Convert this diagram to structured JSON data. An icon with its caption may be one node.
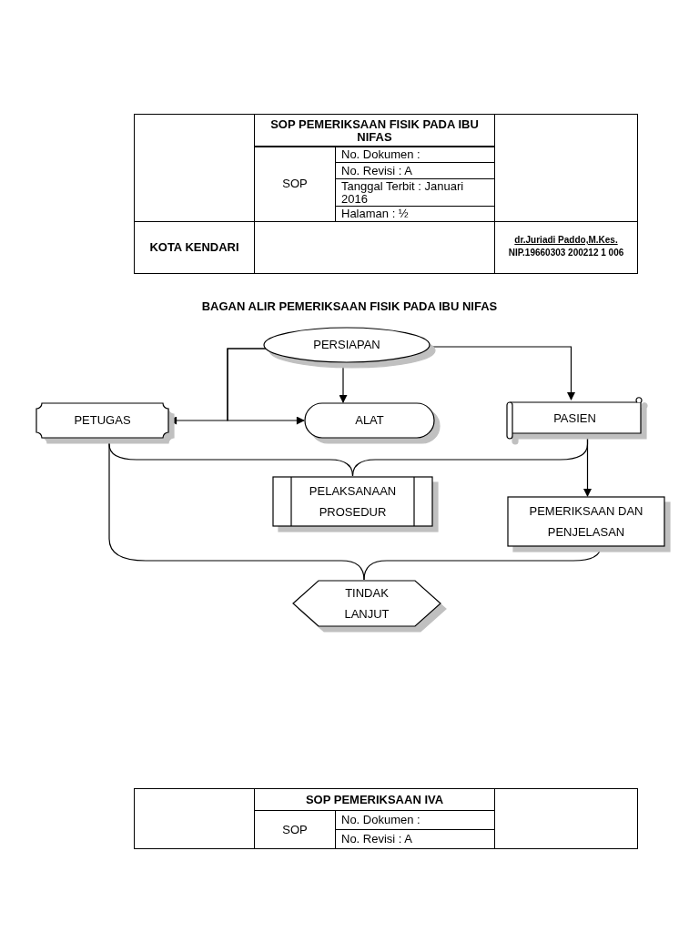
{
  "diagram": {
    "title": "BAGAN ALIR PEMERIKSAAN FISIK PADA IBU NIFAS",
    "nodes": [
      {
        "text": [
          "PERSIAPAN"
        ]
      },
      {
        "text": [
          "PETUGAS"
        ]
      },
      {
        "text": [
          "ALAT"
        ]
      },
      {
        "text": [
          "PASIEN"
        ]
      },
      {
        "text": [
          "PELAKSANAAN PROSEDUR"
        ]
      },
      {
        "text": [
          "PEMERIKSAAN DAN PENJELASAN"
        ]
      },
      {
        "text": [
          "TINDAK LANJUT"
        ]
      }
    ],
    "edges": [
      {
        "from": 0,
        "to": 1,
        "arrow": "to"
      },
      {
        "from": 0,
        "to": 2,
        "arrow": "to"
      },
      {
        "from": 0,
        "to": 2,
        "arrow": "to"
      },
      {
        "from": 0,
        "to": 3,
        "arrow": "to"
      },
      {
        "from": 1,
        "to": 4,
        "arrow": "none"
      },
      {
        "from": 3,
        "to": 4,
        "arrow": "none"
      },
      {
        "from": 3,
        "to": 5,
        "arrow": "to"
      },
      {
        "from": 1,
        "to": 6,
        "arrow": "none"
      },
      {
        "from": 5,
        "to": 6,
        "arrow": "none"
      }
    ],
    "labels": [
      "SOP PEMERIKSAAN FISIK PADA IBU NIFAS",
      "No. Dokumen :",
      "SOP",
      "No. Revisi : A",
      "Tanggal Terbit : Januari 2016",
      "Halaman : ½",
      "KOTA KENDARI",
      "dr.Juriadi Paddo,M.Kes.",
      "NIP.19660303 200212 1 006",
      "SOP PEMERIKSAAN IVA",
      "SOP",
      "No. Dokumen :",
      "No. Revisi : A"
    ]
  }
}
